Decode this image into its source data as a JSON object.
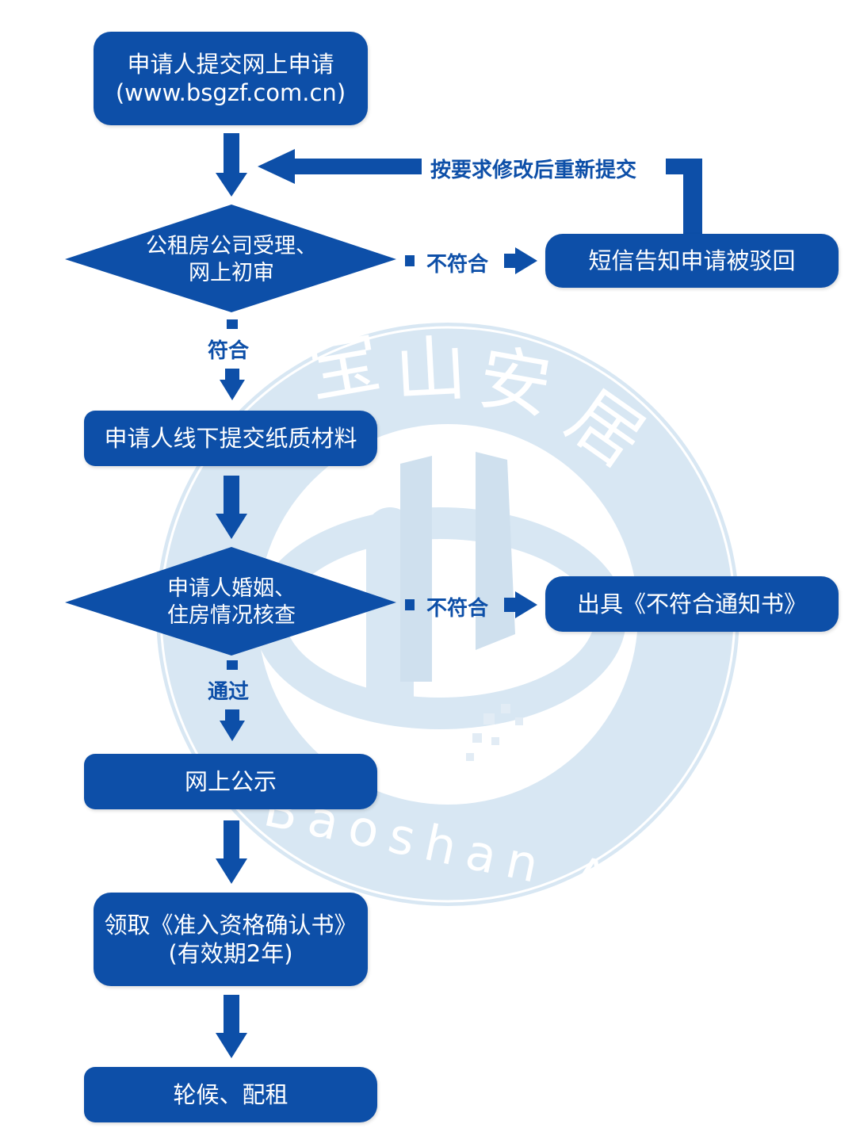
{
  "colors": {
    "primary": "#0d4fa8",
    "watermark": "#d6e6f2",
    "background": "#ffffff"
  },
  "watermark": {
    "chinese": "宝山安居",
    "english": "Baoshan Anju"
  },
  "nodes": {
    "submit_online": {
      "line1": "申请人提交网上申请",
      "line2": "(www.bsgzf.com.cn)"
    },
    "initial_review": {
      "line1": "公租房公司受理、",
      "line2": "网上初审"
    },
    "sms_rejected": {
      "text": "短信告知申请被驳回"
    },
    "offline_materials": {
      "text": "申请人线下提交纸质材料"
    },
    "marriage_housing_check": {
      "line1": "申请人婚姻、",
      "line2": "住房情况核查"
    },
    "non_compliance_notice": {
      "text": "出具《不符合通知书》"
    },
    "online_publicity": {
      "text": "网上公示"
    },
    "qualification_certificate": {
      "line1": "领取《准入资格确认书》",
      "line2": "(有效期2年)"
    },
    "waiting_allocation": {
      "text": "轮候、配租"
    }
  },
  "edge_labels": {
    "resubmit": "按要求修改后重新提交",
    "not_compliant_1": "不符合",
    "compliant": "符合",
    "not_compliant_2": "不符合",
    "passed": "通过"
  }
}
